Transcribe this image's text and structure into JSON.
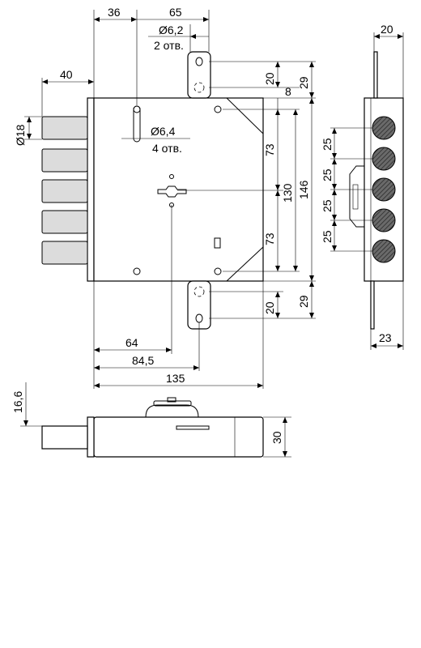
{
  "dimensions": {
    "top_36": "36",
    "top_65": "65",
    "top_20": "20",
    "hole_top_diam": "Ø6,2",
    "hole_top_count": "2 отв.",
    "bolt_offset_40": "40",
    "bolt_diam": "Ø18",
    "v_20_top": "20",
    "v_8": "8",
    "v_29_top": "29",
    "v_73_top": "73",
    "v_130": "130",
    "v_146": "146",
    "v_73_bottom": "73",
    "v_20_bottom": "20",
    "v_29_bottom": "29",
    "hole_body_diam": "Ø6,4",
    "hole_body_count": "4 отв.",
    "h_64": "64",
    "h_84_5": "84,5",
    "h_135": "135",
    "side_25_1": "25",
    "side_25_2": "25",
    "side_25_3": "25",
    "side_25_4": "25",
    "side_23": "23",
    "bottom_16_6": "16,6",
    "bottom_30": "30"
  }
}
